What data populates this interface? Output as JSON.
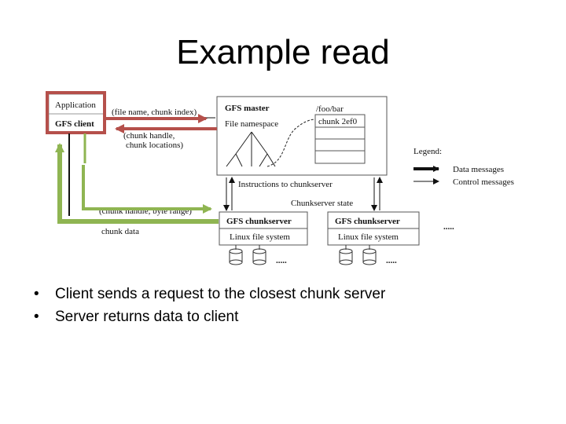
{
  "slide": {
    "title": "Example read"
  },
  "diagram": {
    "client": {
      "application": "Application",
      "gfs_client": "GFS client"
    },
    "master": {
      "title": "GFS master",
      "namespace": "File namespace",
      "path": "/foo/bar",
      "chunk": "chunk 2ef0"
    },
    "messages": {
      "request": "(file name, chunk index)",
      "reply_line1": "(chunk handle,",
      "reply_line2": "chunk locations)",
      "instructions": "Instructions to chunkserver",
      "chunkserver_state": "Chunkserver state",
      "read_request": "(chunk handle, byte range)",
      "chunk_data": "chunk data"
    },
    "chunkservers": [
      {
        "title": "GFS chunkserver",
        "fs": "Linux file system"
      },
      {
        "title": "GFS chunkserver",
        "fs": "Linux file system"
      }
    ],
    "legend": {
      "title": "Legend:",
      "data_messages": "Data messages",
      "control_messages": "Control messages"
    },
    "ellipsis": ".....",
    "highlight_colors": {
      "client_box": "#b5504b",
      "data_path": "#8fb552"
    }
  },
  "bullets": [
    "Client sends a request to the closest chunk server",
    "Server returns data to client"
  ]
}
